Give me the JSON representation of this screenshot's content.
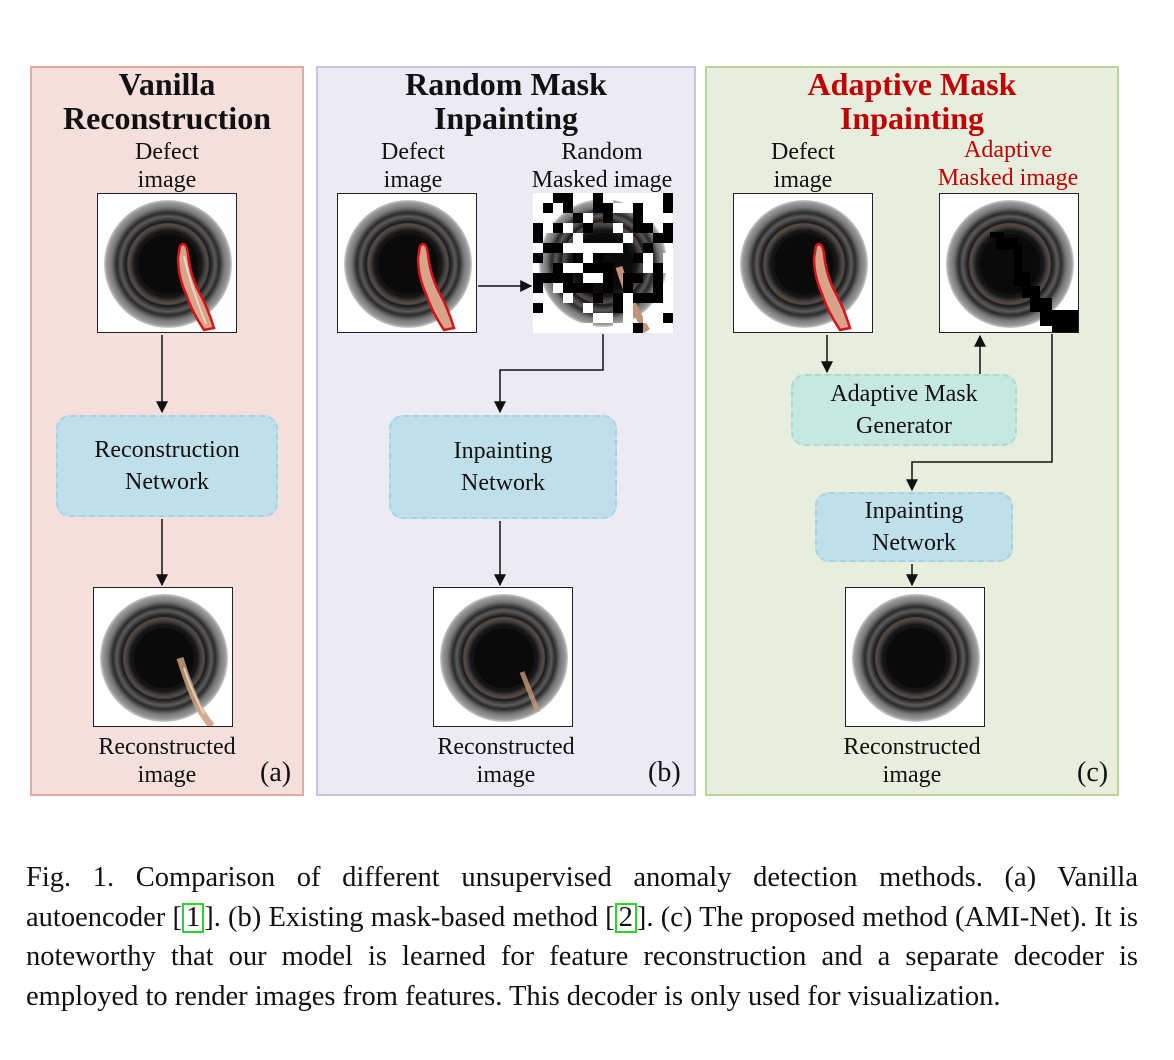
{
  "panels": [
    {
      "title_line1": "Vanilla",
      "title_line2": "Reconstruction",
      "input_label_1": "Defect",
      "input_label_2": "image",
      "network_line1": "Reconstruction",
      "network_line2": "Network",
      "output_label_1": "Reconstructed",
      "output_label_2": "image",
      "tag": "(a)"
    },
    {
      "title_line1": "Random Mask",
      "title_line2": "Inpainting",
      "input_label_1": "Defect",
      "input_label_2": "image",
      "mask_label_1": "Random",
      "mask_label_2": "Masked image",
      "network_line1": "Inpainting",
      "network_line2": "Network",
      "output_label_1": "Reconstructed",
      "output_label_2": "image",
      "tag": "(b)"
    },
    {
      "title_line1": "Adaptive Mask",
      "title_line2": "Inpainting",
      "input_label_1": "Defect",
      "input_label_2": "image",
      "mask_label_1": "Adaptive",
      "mask_label_2": "Masked image",
      "generator_line1": "Adaptive Mask",
      "generator_line2": "Generator",
      "network_line1": "Inpainting",
      "network_line2": "Network",
      "output_label_1": "Reconstructed",
      "output_label_2": "image",
      "tag": "(c)"
    }
  ],
  "caption": {
    "part1": "Fig. 1.  Comparison of different unsupervised anomaly detection methods. (a) Vanilla autoencoder [",
    "ref1": "1",
    "part2": "]. (b) Existing mask-based method [",
    "ref2": "2",
    "part3": "]. (c) The proposed method (AMI-Net). It is noteworthy that our model is learned for feature reconstruction and a separate decoder is employed to render images from features. This decoder is only used for visualization."
  },
  "colors": {
    "highlight_red": "#c00000",
    "panel_a_bg": "#f5dfdc",
    "panel_b_bg": "#ecebf3",
    "panel_c_bg": "#e8eedd",
    "network_box": "#bfe0ea",
    "generator_box": "#c6e8e0",
    "ref_box": "#2fd12f"
  }
}
